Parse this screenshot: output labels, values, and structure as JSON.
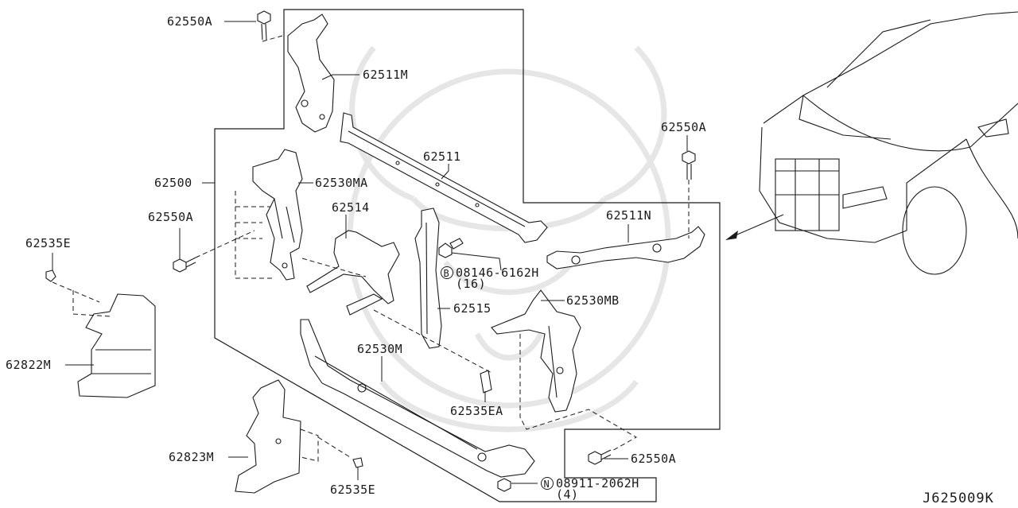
{
  "diagram": {
    "reference": "J625009K",
    "labels": {
      "bolt_top": "62550A",
      "mount_upper_left": "62511M",
      "assembly": "62500",
      "support_left": "62530MA",
      "bolt_left": "62550A",
      "clip_left": "62535E",
      "bracket": "62514",
      "cross_upper": "62511",
      "bolt_right_top": "62550A",
      "mount_right": "62511N",
      "stay": "62515",
      "bolt_b_part": "08146-6162H",
      "bolt_b_qty": "(16)",
      "support_right": "62530MB",
      "clip_center": "62535EA",
      "air_guide_left": "62822M",
      "cross_lower": "62530M",
      "air_guide_lower": "62823M",
      "clip_lower": "62535E",
      "bolt_bottom_right": "62550A",
      "nut_n_part": "08911-2062H",
      "nut_n_qty": "(4)"
    },
    "symbols": {
      "b": "B",
      "n": "N"
    }
  }
}
